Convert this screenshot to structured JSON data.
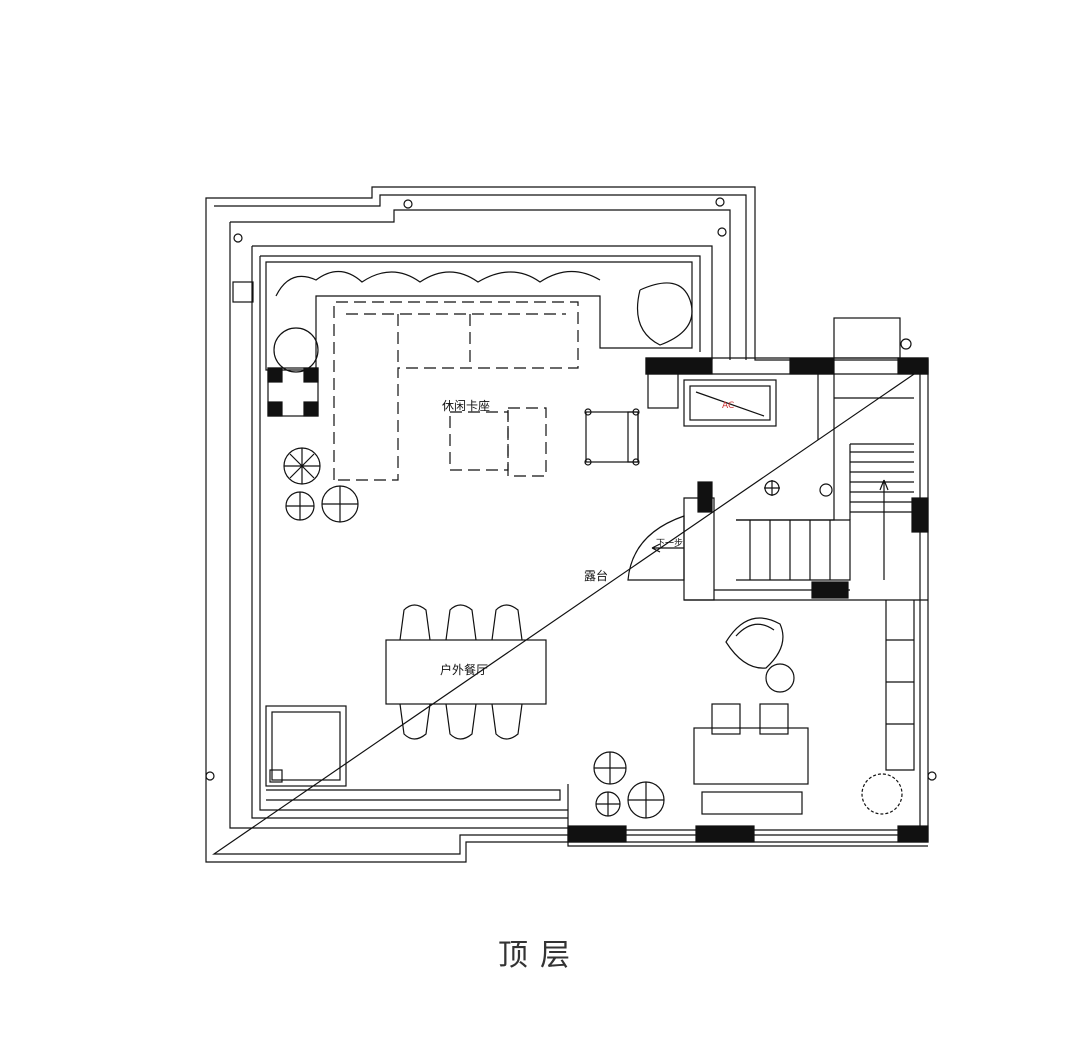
{
  "plan": {
    "labels": {
      "lounge": "休闲卡座",
      "terrace": "露台",
      "dining": "户外餐厅",
      "step_down": "下一步",
      "ac": "AC"
    }
  },
  "caption": "顶层"
}
